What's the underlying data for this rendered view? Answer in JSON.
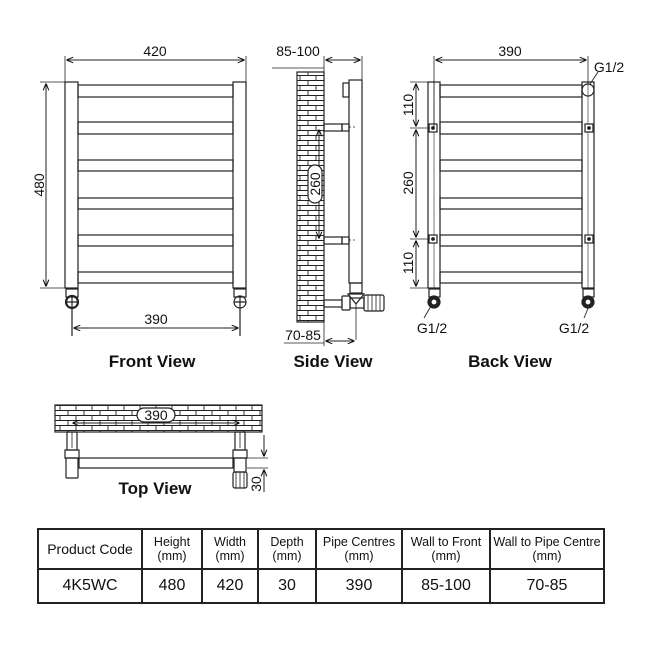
{
  "views": {
    "front": {
      "title": "Front View",
      "overall_width": "420",
      "height": "480",
      "pipe_centres": "390"
    },
    "side": {
      "title": "Side View",
      "wall_to_front": "85-100",
      "bracket_spacing": "260",
      "wall_to_pipe_centre": "70-85"
    },
    "back": {
      "title": "Back View",
      "pipe_centres": "390",
      "top_offset": "110",
      "bracket_spacing": "260",
      "bottom_offset": "110",
      "top_connection": "G1/2",
      "bottom_left_connection": "G1/2",
      "bottom_right_connection": "G1/2"
    },
    "top": {
      "title": "Top View",
      "pipe_centres": "390",
      "depth": "30"
    }
  },
  "table": {
    "headers": [
      {
        "line1": "Product Code",
        "line2": ""
      },
      {
        "line1": "Height",
        "line2": "(mm)"
      },
      {
        "line1": "Width",
        "line2": "(mm)"
      },
      {
        "line1": "Depth",
        "line2": "(mm)"
      },
      {
        "line1": "Pipe Centres",
        "line2": "(mm)"
      },
      {
        "line1": "Wall to Front",
        "line2": "(mm)"
      },
      {
        "line1": "Wall to Pipe Centre",
        "line2": "(mm)"
      }
    ],
    "row": [
      "4K5WC",
      "480",
      "420",
      "30",
      "390",
      "85-100",
      "70-85"
    ]
  }
}
